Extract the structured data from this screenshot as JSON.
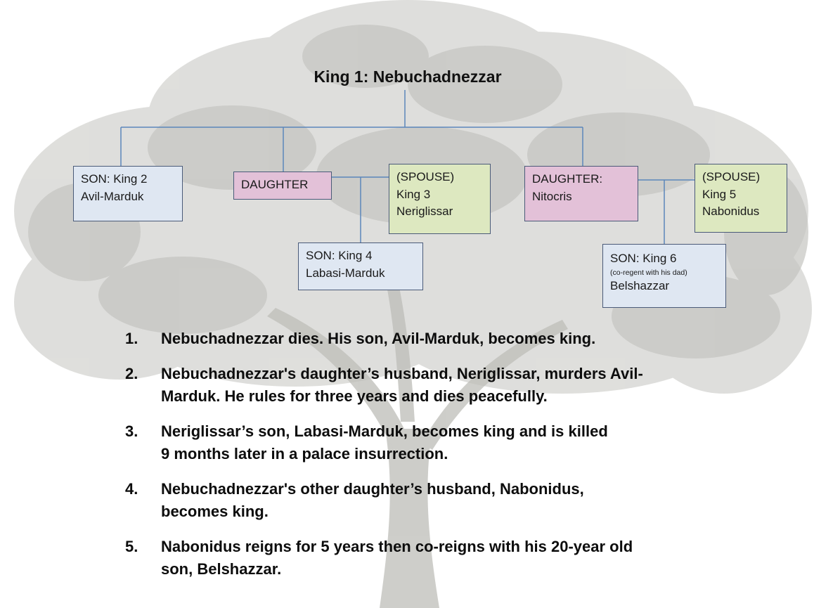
{
  "diagram": {
    "title": "King 1: Nebuchadnezzar",
    "colors": {
      "connector": "#5b86bb",
      "son_fill": "#dfe7f2",
      "daughter_fill": "#e3c1d8",
      "spouse_fill": "#dde8c0"
    },
    "boxes": {
      "son_king2": {
        "lines": [
          "SON: King 2",
          "Avil-Marduk"
        ]
      },
      "daughter1": {
        "lines": [
          "DAUGHTER"
        ]
      },
      "spouse_king3": {
        "lines": [
          "(SPOUSE)",
          "King 3",
          "Neriglissar"
        ]
      },
      "son_king4": {
        "lines": [
          "SON: King 4",
          "Labasi-Marduk"
        ]
      },
      "daughter2": {
        "lines": [
          "DAUGHTER:",
          "Nitocris"
        ]
      },
      "spouse_king5": {
        "lines": [
          "(SPOUSE)",
          "King 5",
          "Nabonidus"
        ]
      },
      "son_king6": {
        "lines": [
          "SON: King 6",
          "(co-regent with his dad)",
          "Belshazzar"
        ]
      }
    }
  },
  "events": [
    {
      "num": "1.",
      "lines": [
        "Nebuchadnezzar dies.  His son, Avil-Marduk, becomes king."
      ]
    },
    {
      "num": "2.",
      "lines": [
        "Nebuchadnezzar's daughter’s husband, Neriglissar, murders Avil-",
        "Marduk.  He rules for three years and dies peacefully."
      ]
    },
    {
      "num": "3.",
      "lines": [
        "Neriglissar’s son, Labasi-Marduk, becomes king and is killed",
        "9 months later in a palace insurrection."
      ]
    },
    {
      "num": "4.",
      "lines": [
        "Nebuchadnezzar's other daughter’s husband, Nabonidus,",
        "becomes king."
      ]
    },
    {
      "num": "5.",
      "lines": [
        "Nabonidus reigns for 5 years then co-reigns with his 20-year old",
        "son, Belshazzar."
      ]
    }
  ]
}
